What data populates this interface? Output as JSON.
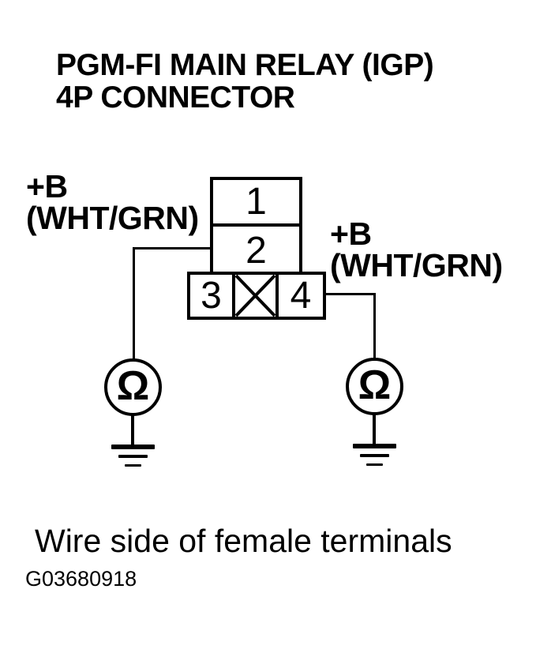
{
  "palette": {
    "background": "#ffffff",
    "ink": "#000000"
  },
  "title": {
    "line1": "PGM-FI MAIN RELAY (IGP)",
    "line2": "4P CONNECTOR"
  },
  "probes": {
    "left": {
      "signal": "+B",
      "wire_color": "(WHT/GRN)",
      "meter_symbol": "Ω"
    },
    "right": {
      "signal": "+B",
      "wire_color": "(WHT/GRN)",
      "meter_symbol": "Ω"
    }
  },
  "connector": {
    "pins": [
      {
        "number": "1"
      },
      {
        "number": "2"
      },
      {
        "number": "3"
      },
      {
        "number": "4"
      }
    ],
    "blocked_cavity_icon": "crossed-box-icon"
  },
  "caption": "Wire side of female terminals",
  "figure_id": "G03680918"
}
